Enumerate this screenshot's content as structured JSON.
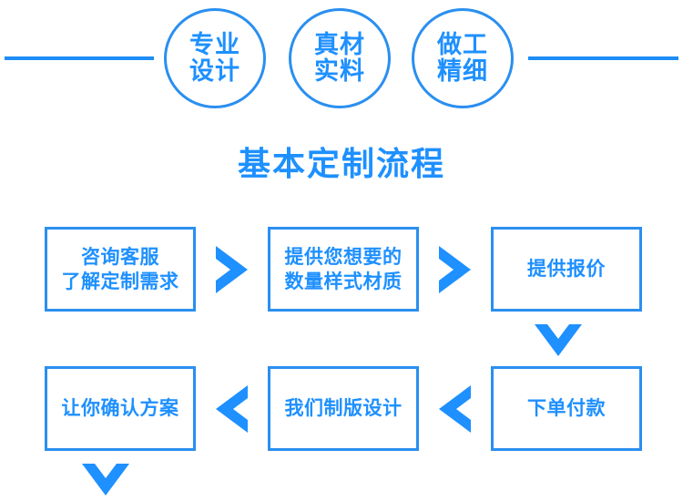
{
  "banner": {
    "badges": [
      {
        "name": "badge-professional-design",
        "line1": "专业",
        "line2": "设计"
      },
      {
        "name": "badge-genuine-material",
        "line1": "真材",
        "line2": "实料"
      },
      {
        "name": "badge-fine-workmanship",
        "line1": "做工",
        "line2": "精细"
      }
    ],
    "rule_left": "",
    "rule_right": ""
  },
  "section": {
    "title": "基本定制流程"
  },
  "flow": {
    "steps": [
      {
        "id": "step-1",
        "line1": "咨询客服",
        "line2": "了解定制需求"
      },
      {
        "id": "step-2",
        "line1": "提供您想要的",
        "line2": "数量样式材质"
      },
      {
        "id": "step-3",
        "line1": "提供报价",
        "line2": ""
      },
      {
        "id": "step-4",
        "line1": "下单付款",
        "line2": ""
      },
      {
        "id": "step-5",
        "line1": "我们制版设计",
        "line2": ""
      },
      {
        "id": "step-6",
        "line1": "让你确认方案",
        "line2": ""
      }
    ],
    "connectors": [
      {
        "id": "connector-1",
        "icon": "chevron-right-icon",
        "direction": "right"
      },
      {
        "id": "connector-2",
        "icon": "chevron-right-icon",
        "direction": "right"
      },
      {
        "id": "connector-3",
        "icon": "chevron-down-icon",
        "direction": "down"
      },
      {
        "id": "connector-4",
        "icon": "chevron-left-icon",
        "direction": "left"
      },
      {
        "id": "connector-5",
        "icon": "chevron-left-icon",
        "direction": "left"
      },
      {
        "id": "connector-6",
        "icon": "chevron-down-icon",
        "direction": "down"
      }
    ]
  },
  "colors": {
    "accent": "#1e90ff",
    "border": "#2a8ff0",
    "background": "#ffffff"
  }
}
